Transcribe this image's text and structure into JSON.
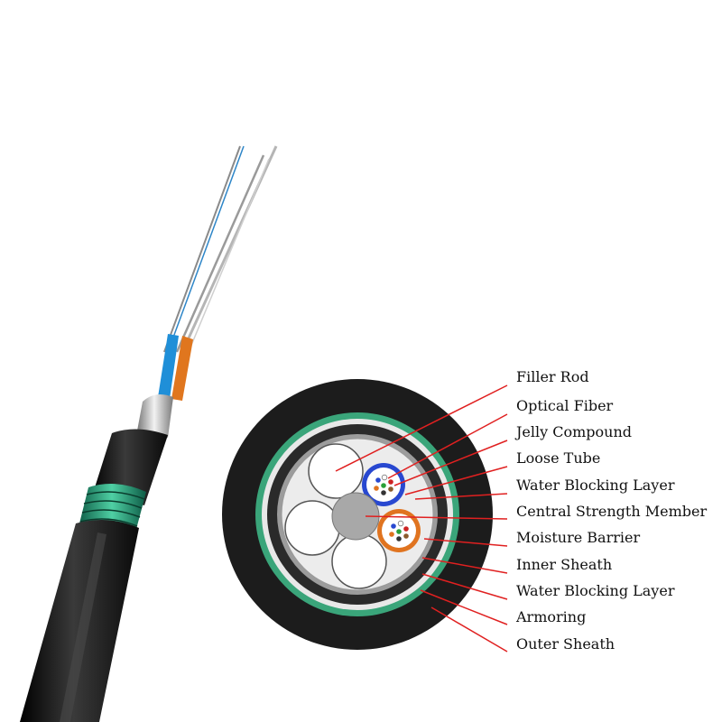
{
  "diagram": {
    "labels": [
      "Filler Rod",
      "Optical Fiber",
      "Jelly Compound",
      "Loose Tube",
      "Water Blocking Layer",
      "Central Strength Member",
      "Moisture Barrier",
      "Inner Sheath",
      "Water Blocking Layer",
      "Armoring",
      "Outer Sheath"
    ],
    "colors": {
      "outer_sheath": "#1c1c1c",
      "armoring": "#3aa57a",
      "inner_sheath": "#2a2a2a",
      "moisture_barrier": "#9a9a9a",
      "water_blocking": "#e6e6e6",
      "central_member": "#a8a8a8",
      "loose_tube_blue": "#2848d0",
      "loose_tube_orange": "#e07420",
      "leader_line": "#e02020"
    }
  }
}
